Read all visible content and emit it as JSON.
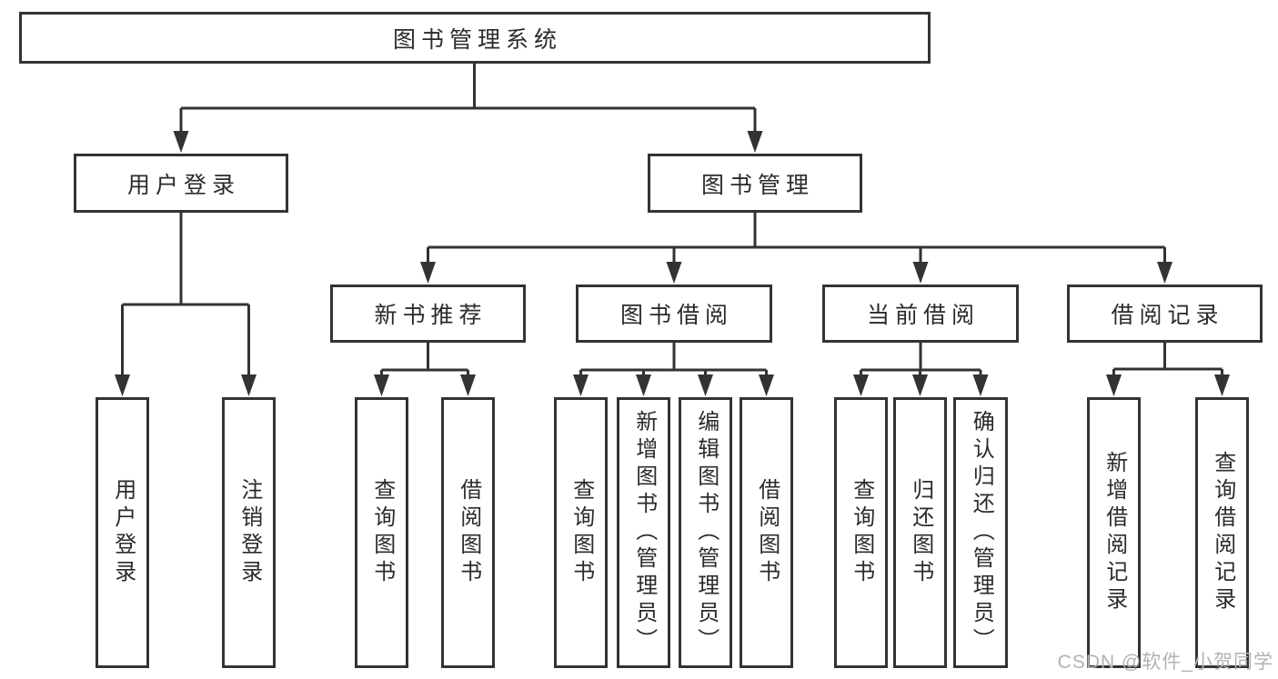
{
  "page": {
    "background_color": "#ffffff",
    "line_color": "#333333",
    "watermark_color": "#b2b2b2"
  },
  "tree": {
    "root": {
      "label": "图书管理系统"
    },
    "branches": [
      {
        "label": "用户登录",
        "children": [
          {
            "label": "用户登录"
          },
          {
            "label": "注销登录"
          }
        ]
      },
      {
        "label": "图书管理",
        "children": [
          {
            "label": "新书推荐",
            "children": [
              {
                "label": "查询图书"
              },
              {
                "label": "借阅图书"
              }
            ]
          },
          {
            "label": "图书借阅",
            "children": [
              {
                "label": "查询图书"
              },
              {
                "label": "新增图书（管理员）"
              },
              {
                "label": "编辑图书（管理员）"
              },
              {
                "label": "借阅图书"
              }
            ]
          },
          {
            "label": "当前借阅",
            "children": [
              {
                "label": "查询图书"
              },
              {
                "label": "归还图书"
              },
              {
                "label": "确认归还（管理员）"
              }
            ]
          },
          {
            "label": "借阅记录",
            "children": [
              {
                "label": "新增借阅记录"
              },
              {
                "label": "查询借阅记录"
              }
            ]
          }
        ]
      }
    ]
  },
  "watermark": {
    "text": "CSDN @软件_小贺同学"
  }
}
